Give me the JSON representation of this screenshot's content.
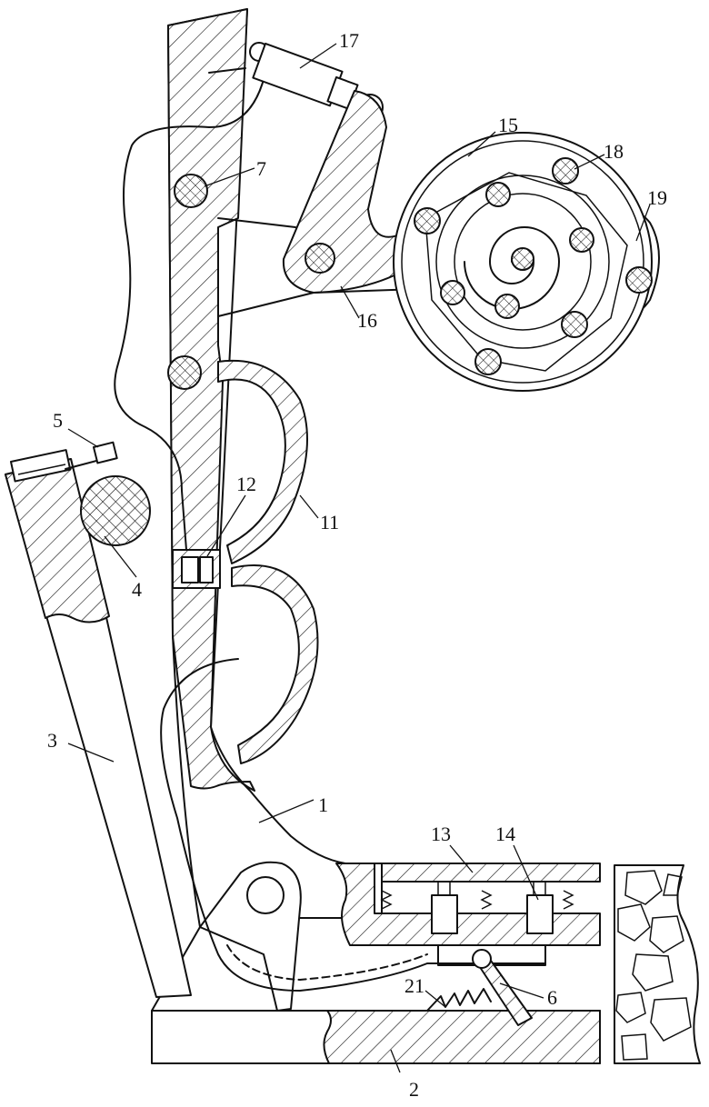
{
  "labels": {
    "l1": "1",
    "l2": "2",
    "l3": "3",
    "l4": "4",
    "l5": "5",
    "l6": "6",
    "l7": "7",
    "l11": "11",
    "l12": "12",
    "l13": "13",
    "l14": "14",
    "l15": "15",
    "l16": "16",
    "l17": "17",
    "l18": "18",
    "l19": "19",
    "l21": "21"
  }
}
